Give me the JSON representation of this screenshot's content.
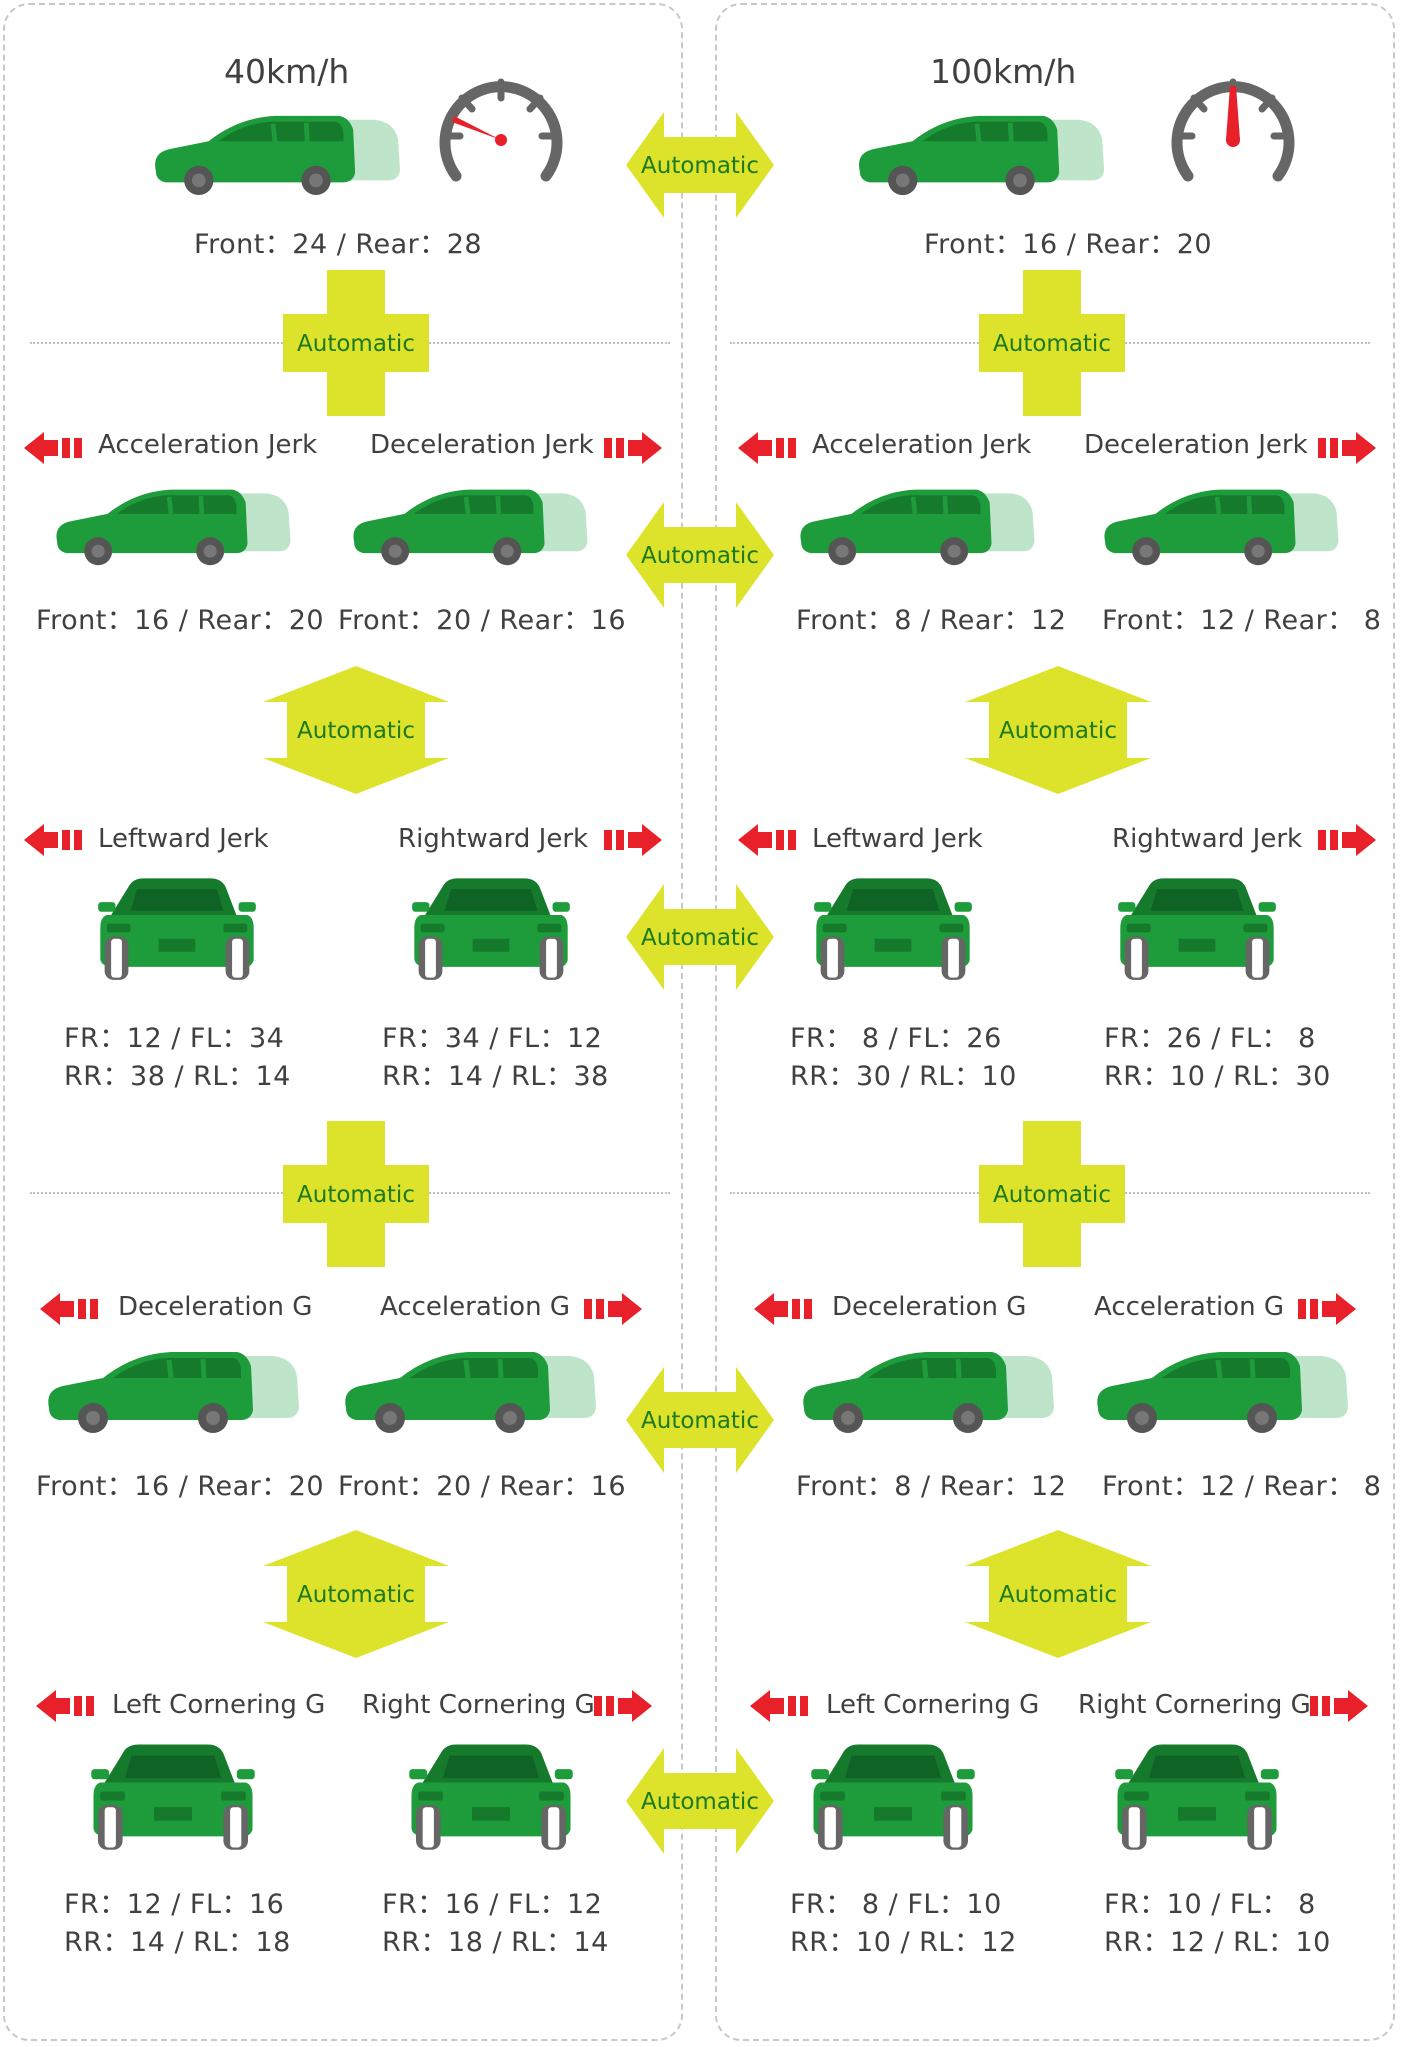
{
  "auto_label": "Automatic",
  "colors": {
    "accent": "#dde32b",
    "car": "#1e9b3a",
    "arrow_red": "#e8202a",
    "label": "#1c7a1c"
  },
  "left": {
    "speed": "40km/h",
    "base_values": "Front：24 /  Rear：28",
    "jerk": {
      "a_label": "Acceleration Jerk",
      "b_label": "Deceleration Jerk",
      "a_values": "Front：16 / Rear：20",
      "b_values": "Front：20 / Rear：16"
    },
    "lateral_jerk": {
      "a_label": "Leftward Jerk",
      "b_label": "Rightward Jerk",
      "a_line1": "FR：12  /  FL：34",
      "a_line2": "RR：38  /  RL：14",
      "b_line1": "FR：34  /  FL：12",
      "b_line2": "RR：14  /  RL：38"
    },
    "g": {
      "a_label": "Deceleration G",
      "b_label": "Acceleration G",
      "a_values": "Front：16 / Rear：20",
      "b_values": "Front：20 / Rear：16"
    },
    "corner": {
      "a_label": "Left Cornering G",
      "b_label": "Right Cornering G",
      "a_line1": "FR：12  /  FL：16",
      "a_line2": "RR：14  /  RL：18",
      "b_line1": "FR：16  /  FL：12",
      "b_line2": "RR：18  /  RL：14"
    }
  },
  "right": {
    "speed": "100km/h",
    "base_values": "Front：16 /  Rear：20",
    "jerk": {
      "a_label": "Acceleration Jerk",
      "b_label": "Deceleration Jerk",
      "a_values": "Front：8 / Rear：12",
      "b_values": "Front：12 / Rear：  8"
    },
    "lateral_jerk": {
      "a_label": "Leftward Jerk",
      "b_label": "Rightward Jerk",
      "a_line1": "FR：  8   /  FL：26",
      "a_line2": "RR：30  /  RL：10",
      "b_line1": "FR：26  /  FL：  8",
      "b_line2": "RR：10  /  RL：30"
    },
    "g": {
      "a_label": "Deceleration G",
      "b_label": "Acceleration G",
      "a_values": "Front：8 / Rear：12",
      "b_values": "Front：12 / Rear：  8"
    },
    "corner": {
      "a_label": "Left Cornering G",
      "b_label": "Right Cornering G",
      "a_line1": "FR：  8   /  FL：10",
      "a_line2": "RR：10  /  RL：12",
      "b_line1": "FR：10  /  FL：  8",
      "b_line2": "RR：12  /  RL：10"
    }
  }
}
